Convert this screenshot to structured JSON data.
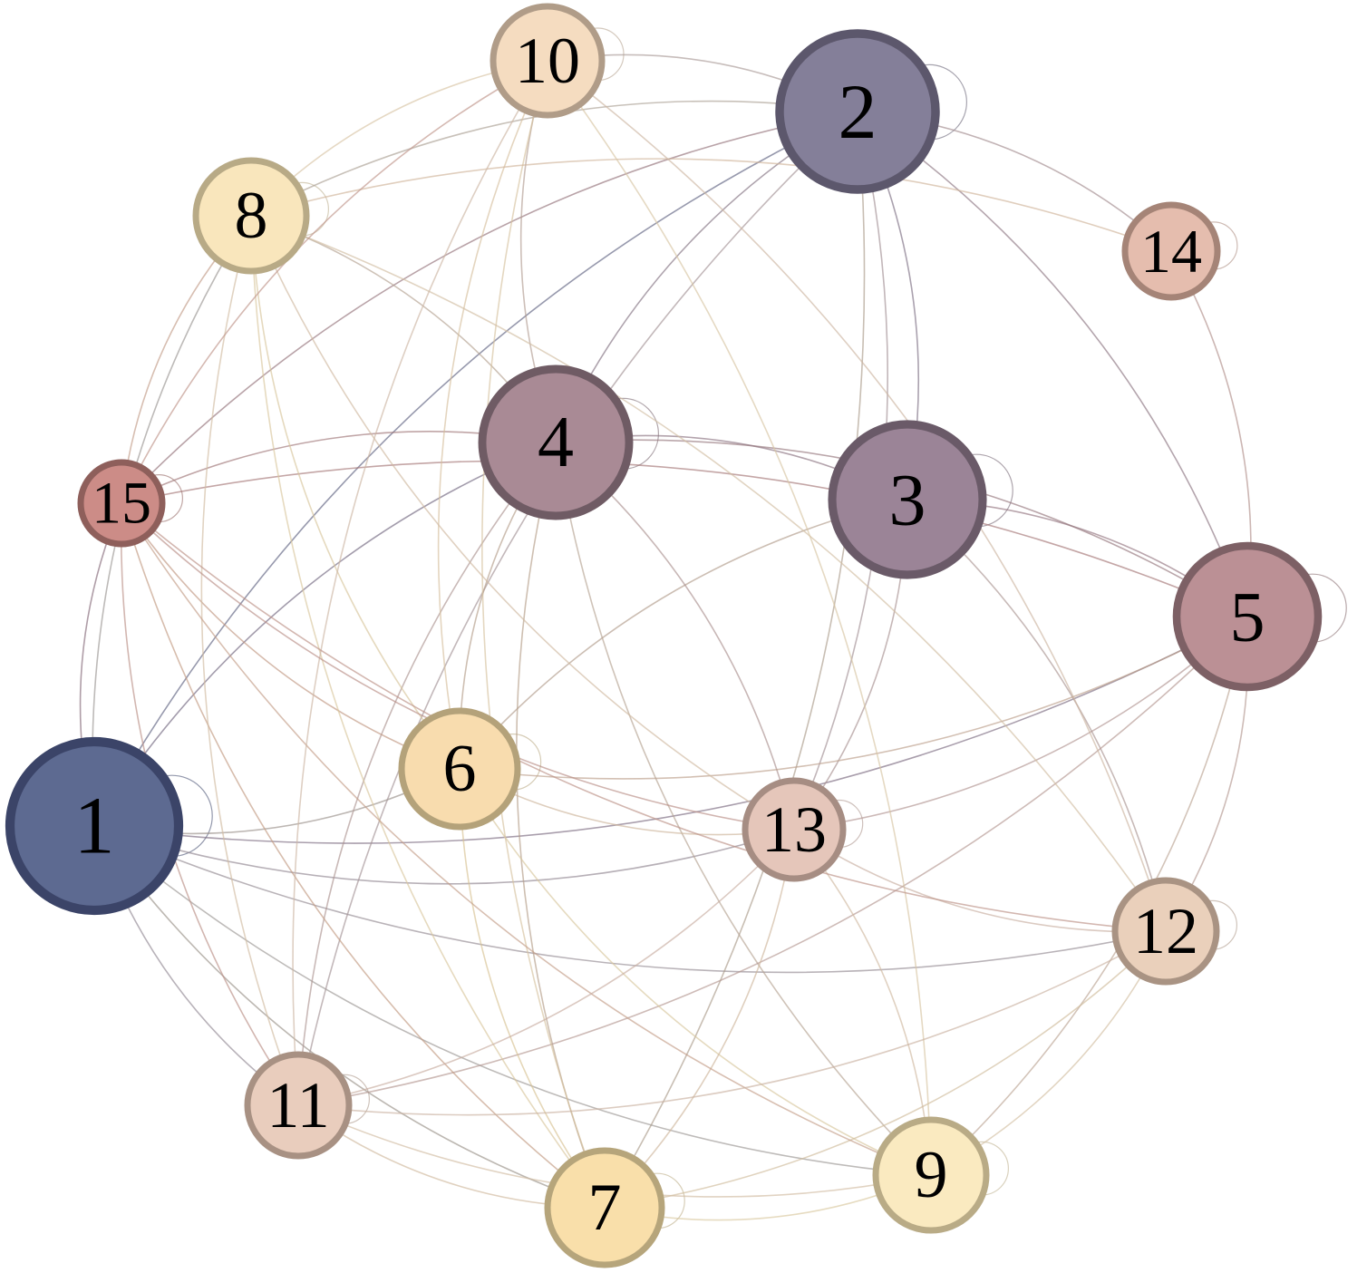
{
  "graph": {
    "nodes": [
      {
        "id": "1",
        "label": "1",
        "fill": "#5d6a91",
        "stroke": "#3b4468"
      },
      {
        "id": "2",
        "label": "2",
        "fill": "#847f99",
        "stroke": "#5c576c"
      },
      {
        "id": "3",
        "label": "3",
        "fill": "#9b8497",
        "stroke": "#6a5a68"
      },
      {
        "id": "4",
        "label": "4",
        "fill": "#a98a95",
        "stroke": "#6f5b64"
      },
      {
        "id": "5",
        "label": "5",
        "fill": "#bb9095",
        "stroke": "#7d6065"
      },
      {
        "id": "6",
        "label": "6",
        "fill": "#f8dcae",
        "stroke": "#b4a27a"
      },
      {
        "id": "7",
        "label": "7",
        "fill": "#f9dfaa",
        "stroke": "#b6a57b"
      },
      {
        "id": "8",
        "label": "8",
        "fill": "#f9e6bc",
        "stroke": "#b8aa86"
      },
      {
        "id": "9",
        "label": "9",
        "fill": "#faeac0",
        "stroke": "#b9ab86"
      },
      {
        "id": "10",
        "label": "10",
        "fill": "#f5dcc0",
        "stroke": "#b09c88"
      },
      {
        "id": "11",
        "label": "11",
        "fill": "#e9cdbd",
        "stroke": "#a89183"
      },
      {
        "id": "12",
        "label": "12",
        "fill": "#ead0bb",
        "stroke": "#a99383"
      },
      {
        "id": "13",
        "label": "13",
        "fill": "#e5c6ba",
        "stroke": "#a68d83"
      },
      {
        "id": "14",
        "label": "14",
        "fill": "#e5bdae",
        "stroke": "#a58477"
      },
      {
        "id": "15",
        "label": "15",
        "fill": "#cc8c87",
        "stroke": "#8e5f5b"
      }
    ],
    "edges": [
      [
        "1",
        "2"
      ],
      [
        "1",
        "4"
      ],
      [
        "1",
        "5"
      ],
      [
        "1",
        "6"
      ],
      [
        "1",
        "7"
      ],
      [
        "1",
        "8"
      ],
      [
        "1",
        "9"
      ],
      [
        "1",
        "11"
      ],
      [
        "1",
        "12"
      ],
      [
        "1",
        "13"
      ],
      [
        "1",
        "15"
      ],
      [
        "2",
        "3"
      ],
      [
        "2",
        "4"
      ],
      [
        "2",
        "5"
      ],
      [
        "2",
        "7"
      ],
      [
        "2",
        "8"
      ],
      [
        "2",
        "10"
      ],
      [
        "2",
        "11"
      ],
      [
        "2",
        "13"
      ],
      [
        "2",
        "14"
      ],
      [
        "2",
        "15"
      ],
      [
        "3",
        "4"
      ],
      [
        "3",
        "5"
      ],
      [
        "3",
        "6"
      ],
      [
        "3",
        "12"
      ],
      [
        "3",
        "13"
      ],
      [
        "4",
        "5"
      ],
      [
        "4",
        "6"
      ],
      [
        "4",
        "7"
      ],
      [
        "4",
        "8"
      ],
      [
        "4",
        "9"
      ],
      [
        "4",
        "10"
      ],
      [
        "4",
        "11"
      ],
      [
        "4",
        "13"
      ],
      [
        "4",
        "15"
      ],
      [
        "5",
        "6"
      ],
      [
        "5",
        "9"
      ],
      [
        "5",
        "11"
      ],
      [
        "5",
        "12"
      ],
      [
        "5",
        "13"
      ],
      [
        "5",
        "14"
      ],
      [
        "5",
        "15"
      ],
      [
        "6",
        "7"
      ],
      [
        "6",
        "8"
      ],
      [
        "6",
        "9"
      ],
      [
        "6",
        "10"
      ],
      [
        "6",
        "13"
      ],
      [
        "6",
        "15"
      ],
      [
        "7",
        "8"
      ],
      [
        "7",
        "9"
      ],
      [
        "7",
        "10"
      ],
      [
        "7",
        "11"
      ],
      [
        "7",
        "12"
      ],
      [
        "7",
        "13"
      ],
      [
        "7",
        "15"
      ],
      [
        "8",
        "10"
      ],
      [
        "8",
        "11"
      ],
      [
        "8",
        "12"
      ],
      [
        "8",
        "13"
      ],
      [
        "8",
        "14"
      ],
      [
        "8",
        "15"
      ],
      [
        "9",
        "10"
      ],
      [
        "9",
        "11"
      ],
      [
        "9",
        "12"
      ],
      [
        "9",
        "13"
      ],
      [
        "9",
        "15"
      ],
      [
        "10",
        "11"
      ],
      [
        "10",
        "12"
      ],
      [
        "10",
        "15"
      ],
      [
        "11",
        "12"
      ],
      [
        "11",
        "13"
      ],
      [
        "11",
        "15"
      ],
      [
        "12",
        "13"
      ],
      [
        "12",
        "15"
      ],
      [
        "13",
        "15"
      ]
    ],
    "self_loops": [
      "1",
      "2",
      "3",
      "4",
      "5",
      "6",
      "7",
      "8",
      "9",
      "10",
      "11",
      "12",
      "13",
      "14",
      "15"
    ]
  }
}
